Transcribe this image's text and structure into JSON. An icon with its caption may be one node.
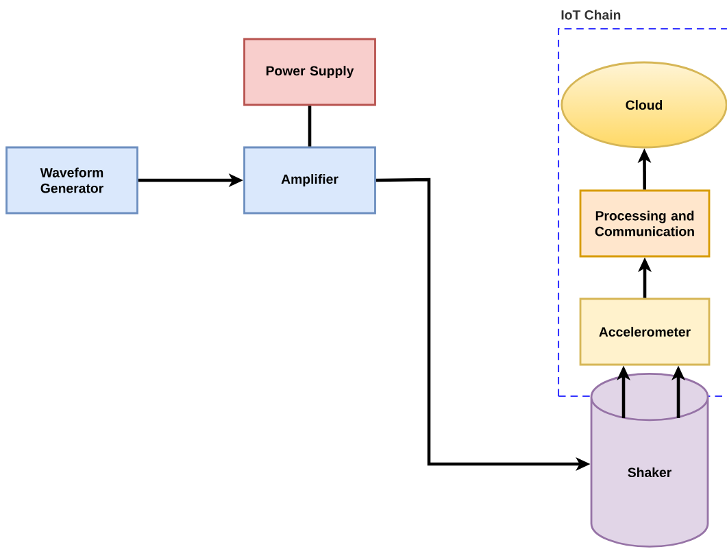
{
  "diagram": {
    "nodes": [
      {
        "text": [
          "Power Supply"
        ]
      },
      {
        "text": [
          "Waveform Generator"
        ]
      },
      {
        "text": [
          "Amplifier"
        ]
      },
      {
        "text": [
          "IoT Chain"
        ]
      },
      {
        "text": [
          "Cloud"
        ],
        "in": 3
      },
      {
        "text": [
          "Processing and Communication"
        ],
        "in": 3
      },
      {
        "text": [
          "Accelerometer"
        ],
        "in": 3
      },
      {
        "text": [
          "Shaker"
        ]
      }
    ],
    "edges": [
      {
        "from": 0,
        "to": 2,
        "arrow": "none"
      },
      {
        "from": 1,
        "to": 2,
        "arrow": "to"
      },
      {
        "from": 2,
        "to": 7,
        "arrow": "to"
      },
      {
        "from": 6,
        "to": 5,
        "arrow": "to"
      },
      {
        "from": 5,
        "to": 4,
        "arrow": "to"
      },
      {
        "from": 7,
        "to": 6,
        "arrow": "to"
      },
      {
        "from": 7,
        "to": 6,
        "arrow": "to"
      }
    ]
  }
}
